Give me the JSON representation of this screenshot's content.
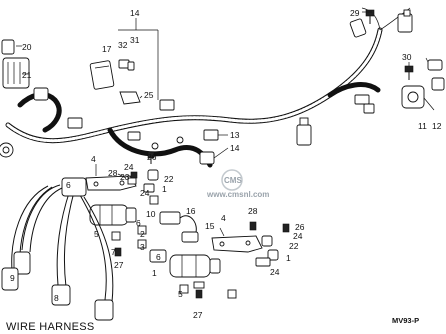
{
  "diagram": {
    "caption": "WIRE HARNESS",
    "ref_code": "MV93-P",
    "watermark": "www.cmsnl.com",
    "watermark_logo": "CMS",
    "callouts": {
      "c1a": "1",
      "c1b": "1",
      "c1c": "1",
      "c2": "2",
      "c3": "3",
      "c4a": "4",
      "c4b": "4",
      "c5a": "5",
      "c5b": "5",
      "c6a": "6",
      "c6b": "6",
      "c6c": "6",
      "c7": "7",
      "c8": "8",
      "c9": "9",
      "c10": "10",
      "c11": "11",
      "c12": "12",
      "c13": "13",
      "c14a": "14",
      "c14b": "14",
      "c15": "15",
      "c16": "16",
      "c17": "17",
      "c20": "20",
      "c21": "21",
      "c22a": "22",
      "c22b": "22",
      "c23": "23",
      "c24a": "24",
      "c24b": "24",
      "c24c": "24",
      "c24d": "24",
      "c25": "25",
      "c26a": "26",
      "c26b": "26",
      "c27a": "27",
      "c27b": "27",
      "c28a": "28",
      "c28b": "28",
      "c29": "29",
      "c30": "30",
      "c31": "31",
      "c32": "32"
    }
  }
}
